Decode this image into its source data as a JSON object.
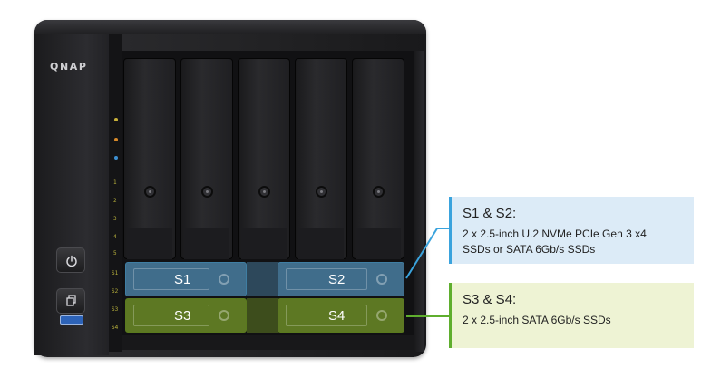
{
  "device": {
    "brand": "QNAP",
    "hdd_bays": 5,
    "led_labels": [
      "1",
      "2",
      "3",
      "4",
      "5",
      "S1",
      "S2",
      "S3",
      "S4"
    ]
  },
  "slots": {
    "s1": "S1",
    "s2": "S2",
    "s3": "S3",
    "s4": "S4"
  },
  "callouts": {
    "s1_s2": {
      "title": "S1 & S2:",
      "line1": "2 x 2.5-inch U.2 NVMe PCIe Gen 3 x4",
      "line2": "SSDs or SATA 6Gb/s SSDs",
      "color": "#3aa3dd"
    },
    "s3_s4": {
      "title": "S3 & S4:",
      "line1": "2 x 2.5-inch SATA 6Gb/s SSDs",
      "color": "#5fae2e"
    }
  },
  "icons": {
    "power": "power-icon",
    "copy": "copy-icon",
    "usb": "usb-port-icon"
  }
}
